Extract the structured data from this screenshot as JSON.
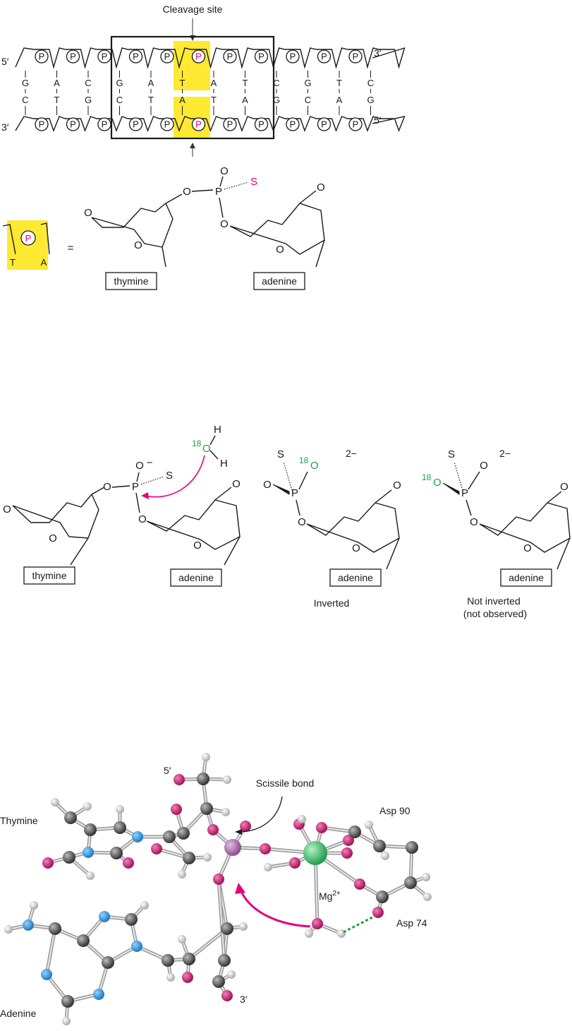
{
  "colors": {
    "highlight": "#ffe933",
    "magenta": "#e4007c",
    "green": "#1fa24a",
    "carbon": "#555555",
    "nitrogen": "#2b9be0",
    "oxygen": "#d11e7a",
    "hydrogen": "#eeeeee",
    "magnesium": "#3cc46a",
    "phosphorus": "#b77bb8"
  },
  "panel_a": {
    "cleavage_label": "Cleavage site",
    "strand_top": {
      "end5": "5′",
      "end3": "3′",
      "bases": [
        "G",
        "A",
        "C",
        "G",
        "A",
        "T",
        "A",
        "T",
        "C",
        "G",
        "T",
        "C"
      ]
    },
    "strand_bottom": {
      "end3": "3′",
      "end5": "5′",
      "bases": [
        "C",
        "T",
        "G",
        "C",
        "T",
        "A",
        "T",
        "A",
        "G",
        "C",
        "A",
        "G"
      ]
    },
    "phosphate": "P",
    "legend": {
      "phosphate": "P",
      "base_left": "T",
      "base_right": "A",
      "equals": "="
    },
    "structure": {
      "atoms": {
        "o": "O",
        "p": "P",
        "s": "S"
      },
      "box_left": "thymine",
      "box_right": "adenine"
    }
  },
  "panel_b": {
    "water": {
      "isotope": "18",
      "o": "O",
      "h": "H"
    },
    "atoms": {
      "o": "O",
      "p": "P",
      "s": "S",
      "minus": "−",
      "charge": "2−",
      "isotope": "18"
    },
    "boxes": [
      "thymine",
      "adenine",
      "adenine",
      "adenine"
    ],
    "caption_inverted": "Inverted",
    "caption_not_inverted_line1": "Not inverted",
    "caption_not_inverted_line2": "(not observed)"
  },
  "panel_c": {
    "labels": {
      "five_prime": "5′",
      "three_prime": "3′",
      "scissile": "Scissile bond",
      "asp90": "Asp 90",
      "asp74": "Asp 74",
      "thymine": "Thymine",
      "adenine": "Adenine",
      "mg": "Mg",
      "mg_charge": "2+"
    }
  }
}
